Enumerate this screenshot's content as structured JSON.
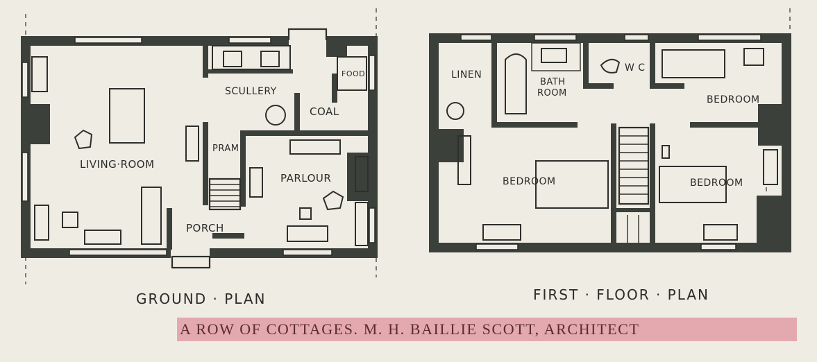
{
  "ground_plan": {
    "title": "GROUND · PLAN",
    "rooms": {
      "living_room": "LIVING·ROOM",
      "scullery": "SCULLERY",
      "food": "FOOD",
      "coal": "COAL",
      "pram": "PRAM",
      "parlour": "PARLOUR",
      "porch": "PORCH"
    }
  },
  "first_floor_plan": {
    "title": "FIRST · FLOOR · PLAN",
    "rooms": {
      "linen": "LINEN",
      "bath": "BATH",
      "bath2": "ROOM",
      "wc": "W C",
      "bedroom_ne": "BEDROOM",
      "bedroom_sw": "BEDROOM",
      "bedroom_se": "BEDROOM"
    }
  },
  "caption": "A ROW OF COTTAGES.  M. H. BAILLIE SCOTT, ARCHITECT",
  "colors": {
    "paper": "#efece4",
    "ink": "#3c403b",
    "caption_band": "#e3a9ae",
    "caption_text": "#5a2b2f"
  }
}
